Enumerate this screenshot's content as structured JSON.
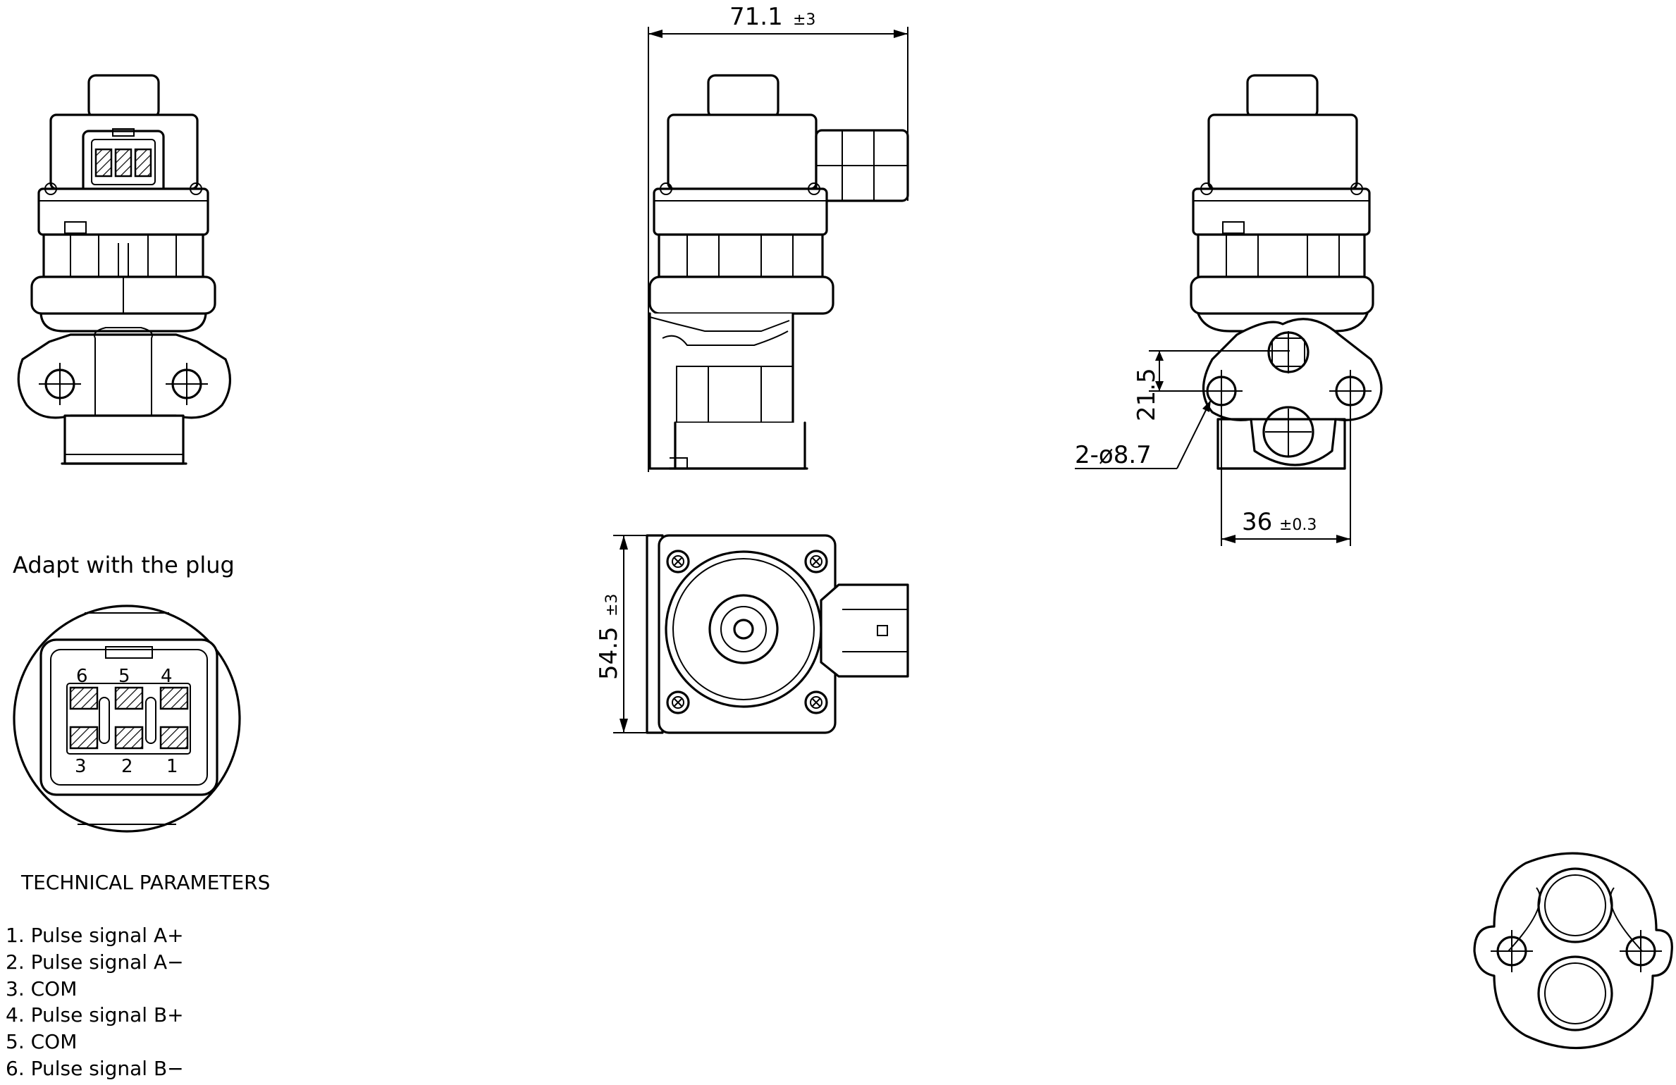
{
  "dimensions": {
    "width_main": "71.1",
    "width_tol": "±3",
    "depth_main": "54.5",
    "depth_tol": "±3",
    "hole_spacing_v": "21.5",
    "holes": "2-ø8.7",
    "hole_spacing_h_main": "36",
    "hole_spacing_h_tol": "±0.3"
  },
  "plug": {
    "title": "Adapt with the plug",
    "pins_top": [
      "6",
      "5",
      "4"
    ],
    "pins_bottom": [
      "3",
      "2",
      "1"
    ]
  },
  "parameters": {
    "title": "TECHNICAL PARAMETERS",
    "items": [
      "1.  Pulse  signal  A+",
      "2.  Pulse  signal  A−",
      "3.  COM",
      "4.  Pulse  signal  B+",
      "5.  COM",
      "6.  Pulse  signal  B−"
    ]
  }
}
